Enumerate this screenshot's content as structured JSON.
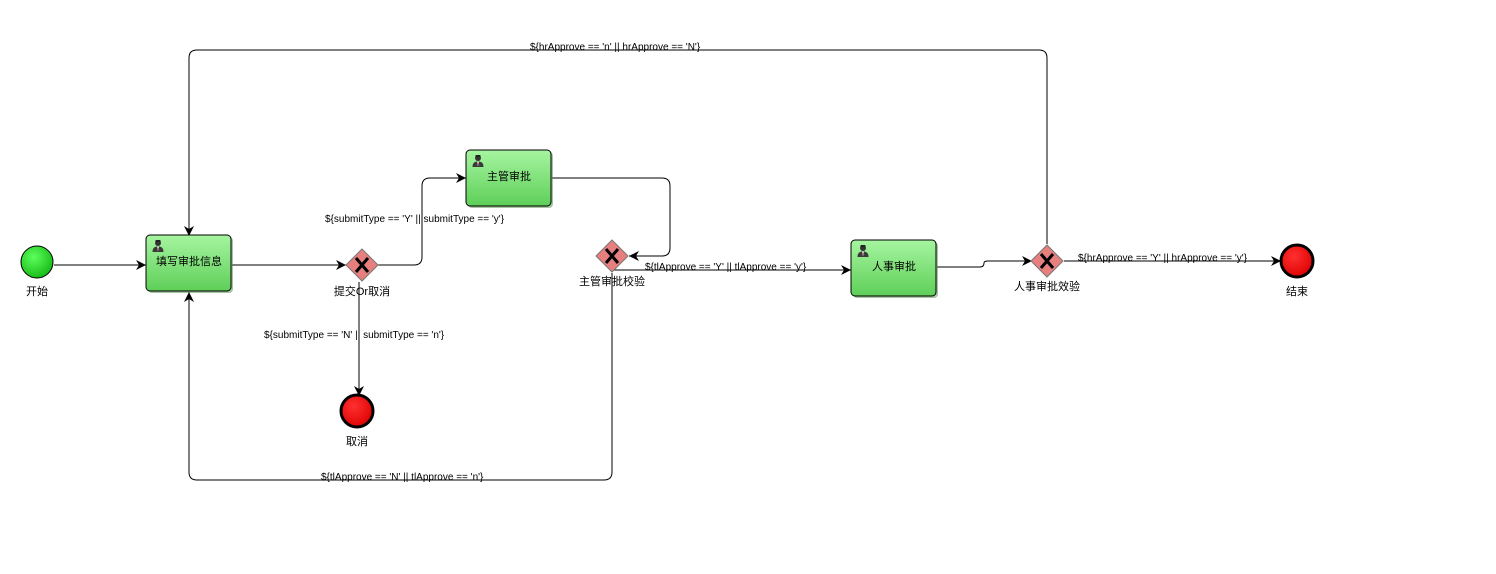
{
  "colors": {
    "start_event": "#22cc22",
    "end_event": "#ee0000",
    "task_fill_top": "#a6f5a0",
    "task_fill_bottom": "#5ecf58",
    "gateway": "#e77f7f"
  },
  "events": {
    "start": {
      "label": "开始"
    },
    "end_cancel": {
      "label": "取消"
    },
    "end_finish": {
      "label": "结束"
    }
  },
  "tasks": {
    "fill_info": {
      "label": "填写审批信息",
      "icon": "user-icon"
    },
    "manager_approve": {
      "label": "主管审批",
      "icon": "user-icon"
    },
    "hr_approve": {
      "label": "人事审批",
      "icon": "user-icon"
    }
  },
  "gateways": {
    "submit_or_cancel": {
      "label": "提交Or取消",
      "icon": "exclusive-x-icon"
    },
    "manager_check": {
      "label": "主管审批校验",
      "icon": "exclusive-x-icon"
    },
    "hr_check": {
      "label": "人事审批效验",
      "icon": "exclusive-x-icon"
    }
  },
  "conditions": {
    "submit_yes": "${submitType == 'Y' || submitType == 'y'}",
    "submit_no": "${submitType == 'N' || submitType == 'n'}",
    "tl_yes": "${tlApprove == 'Y' || tlApprove == 'y'}",
    "tl_no": "${tlApprove == 'N' || tlApprove == 'n'}",
    "hr_yes": "${hrApprove == 'Y' || hrApprove == 'y'}",
    "hr_no": "${hrApprove == 'n' || hrApprove == 'N'}"
  }
}
